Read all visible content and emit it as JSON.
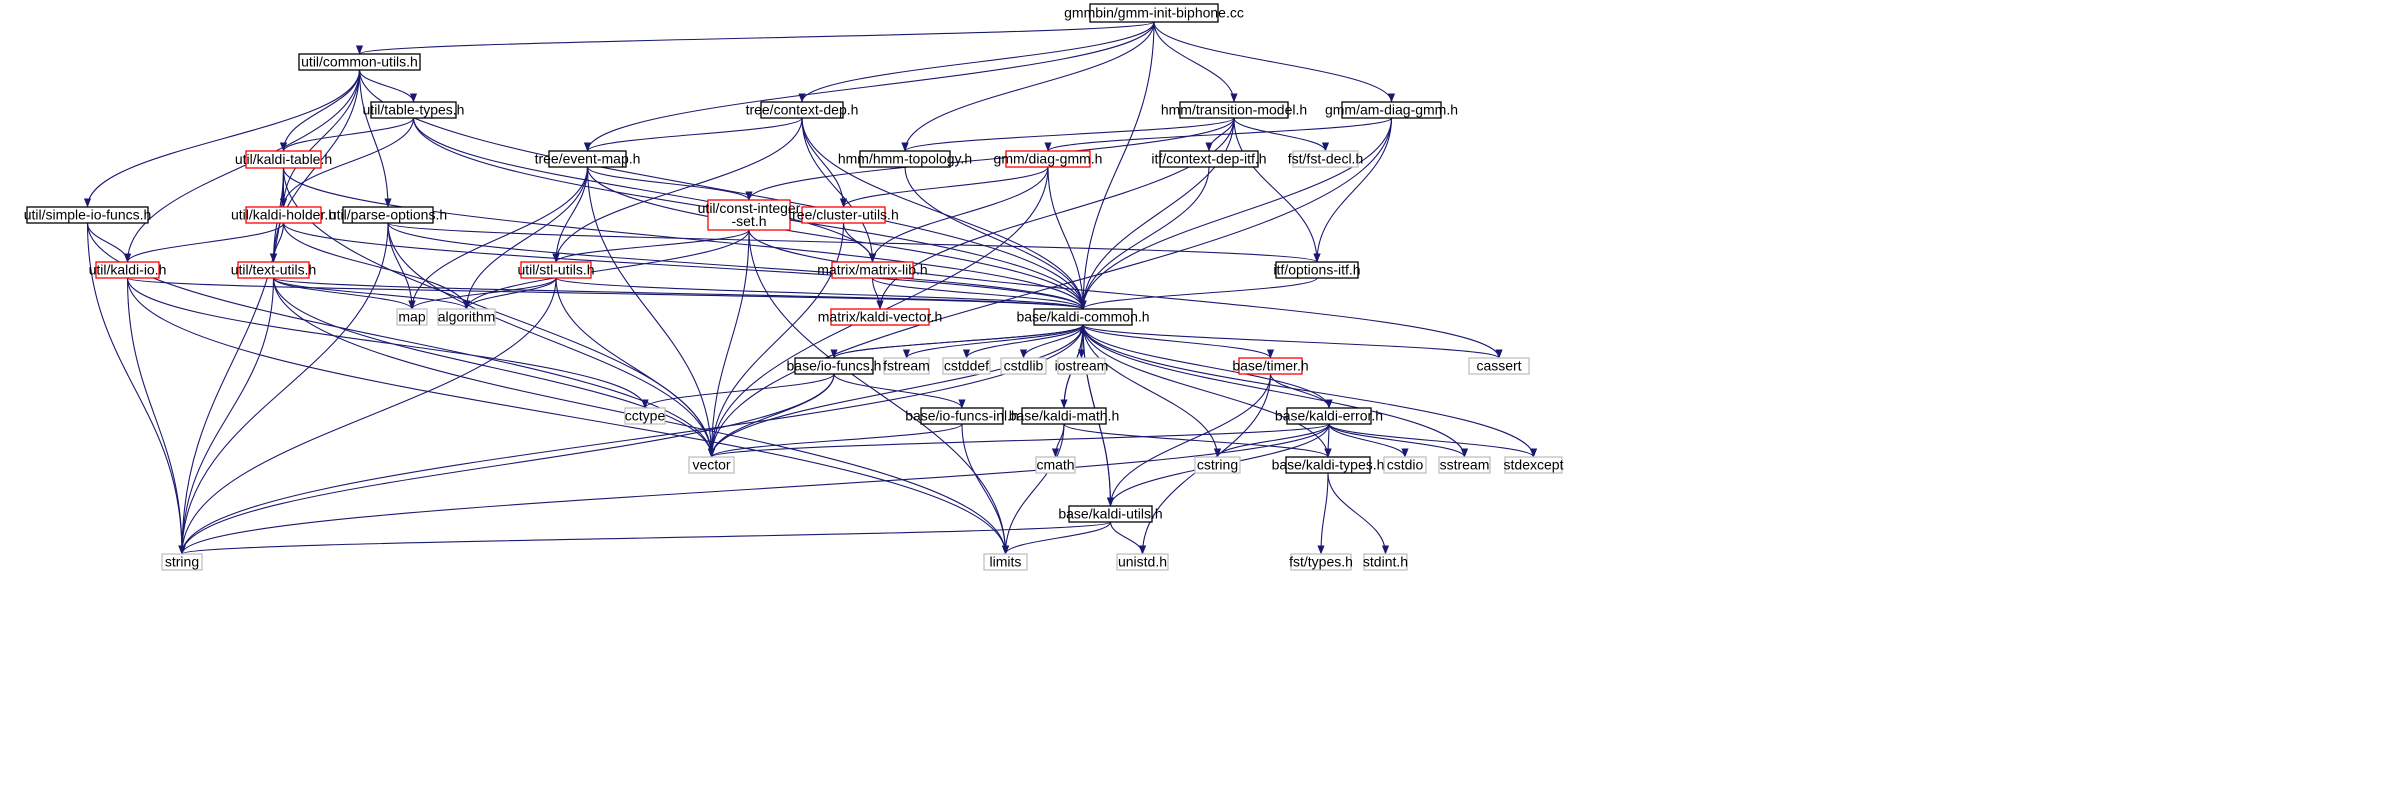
{
  "diagram": {
    "type": "include-dependency-graph",
    "colors": {
      "edge": "#191970",
      "root_fill": "#bfbfbf",
      "root_stroke": "#000000",
      "normal_stroke": "#000000",
      "truncated_stroke": "#ff0000",
      "external_stroke": "#bfbfbf"
    },
    "nodes": [
      {
        "id": "root",
        "label": "gmmbin/gmm-init-biphone.cc",
        "kind": "root"
      },
      {
        "id": "cu",
        "label": "util/common-utils.h",
        "kind": "normal"
      },
      {
        "id": "tt",
        "label": "util/table-types.h",
        "kind": "normal"
      },
      {
        "id": "cd",
        "label": "tree/context-dep.h",
        "kind": "normal"
      },
      {
        "id": "tm",
        "label": "hmm/transition-model.h",
        "kind": "normal"
      },
      {
        "id": "amg",
        "label": "gmm/am-diag-gmm.h",
        "kind": "normal"
      },
      {
        "id": "kt",
        "label": "util/kaldi-table.h",
        "kind": "truncated"
      },
      {
        "id": "em",
        "label": "tree/event-map.h",
        "kind": "normal"
      },
      {
        "id": "hth",
        "label": "hmm/hmm-topology.h",
        "kind": "normal"
      },
      {
        "id": "dg",
        "label": "gmm/diag-gmm.h",
        "kind": "truncated"
      },
      {
        "id": "cdi",
        "label": "itf/context-dep-itf.h",
        "kind": "normal"
      },
      {
        "id": "fd",
        "label": "fst/fst-decl.h",
        "kind": "external"
      },
      {
        "id": "sif",
        "label": "util/simple-io-funcs.h",
        "kind": "normal"
      },
      {
        "id": "kh",
        "label": "util/kaldi-holder.h",
        "kind": "truncated"
      },
      {
        "id": "po",
        "label": "util/parse-options.h",
        "kind": "normal"
      },
      {
        "id": "cis",
        "label": [
          "util/const-integer",
          "-set.h"
        ],
        "kind": "truncated"
      },
      {
        "id": "clu",
        "label": "tree/cluster-utils.h",
        "kind": "truncated"
      },
      {
        "id": "kio",
        "label": "util/kaldi-io.h",
        "kind": "truncated"
      },
      {
        "id": "txu",
        "label": "util/text-utils.h",
        "kind": "truncated"
      },
      {
        "id": "stl",
        "label": "util/stl-utils.h",
        "kind": "truncated"
      },
      {
        "id": "ml",
        "label": "matrix/matrix-lib.h",
        "kind": "truncated"
      },
      {
        "id": "oi",
        "label": "itf/options-itf.h",
        "kind": "normal"
      },
      {
        "id": "map",
        "label": "map",
        "kind": "external"
      },
      {
        "id": "alg",
        "label": "algorithm",
        "kind": "external"
      },
      {
        "id": "kv",
        "label": "matrix/kaldi-vector.h",
        "kind": "truncated"
      },
      {
        "id": "kc",
        "label": "base/kaldi-common.h",
        "kind": "normal"
      },
      {
        "id": "iof",
        "label": "base/io-funcs.h",
        "kind": "normal"
      },
      {
        "id": "fstream",
        "label": "fstream",
        "kind": "external"
      },
      {
        "id": "cstddef",
        "label": "cstddef",
        "kind": "external"
      },
      {
        "id": "cstdlib",
        "label": "cstdlib",
        "kind": "external"
      },
      {
        "id": "iostream",
        "label": "iostream",
        "kind": "external"
      },
      {
        "id": "timer",
        "label": "base/timer.h",
        "kind": "truncated"
      },
      {
        "id": "cassert",
        "label": "cassert",
        "kind": "external"
      },
      {
        "id": "cctype",
        "label": "cctype",
        "kind": "external"
      },
      {
        "id": "iofi",
        "label": "base/io-funcs-inl.h",
        "kind": "normal"
      },
      {
        "id": "km",
        "label": "base/kaldi-math.h",
        "kind": "normal"
      },
      {
        "id": "ke",
        "label": "base/kaldi-error.h",
        "kind": "normal"
      },
      {
        "id": "vector",
        "label": "vector",
        "kind": "external"
      },
      {
        "id": "cmath",
        "label": "cmath",
        "kind": "external"
      },
      {
        "id": "ku",
        "label": "base/kaldi-utils.h",
        "kind": "normal"
      },
      {
        "id": "cstring",
        "label": "cstring",
        "kind": "external"
      },
      {
        "id": "ktyp",
        "label": "base/kaldi-types.h",
        "kind": "normal"
      },
      {
        "id": "cstdio",
        "label": "cstdio",
        "kind": "external"
      },
      {
        "id": "sstream",
        "label": "sstream",
        "kind": "external"
      },
      {
        "id": "stdexcept",
        "label": "stdexcept",
        "kind": "external"
      },
      {
        "id": "string",
        "label": "string",
        "kind": "external"
      },
      {
        "id": "limits",
        "label": "limits",
        "kind": "external"
      },
      {
        "id": "unistd",
        "label": "unistd.h",
        "kind": "external"
      },
      {
        "id": "fsttypes",
        "label": "fst/types.h",
        "kind": "external"
      },
      {
        "id": "stdint",
        "label": "stdint.h",
        "kind": "external"
      }
    ],
    "edges": [
      [
        "root",
        "cu"
      ],
      [
        "root",
        "cd"
      ],
      [
        "root",
        "em"
      ],
      [
        "root",
        "tm"
      ],
      [
        "root",
        "hth"
      ],
      [
        "root",
        "amg"
      ],
      [
        "root",
        "kc"
      ],
      [
        "cu",
        "tt"
      ],
      [
        "cu",
        "kt"
      ],
      [
        "cu",
        "kh"
      ],
      [
        "cu",
        "sif"
      ],
      [
        "cu",
        "kio"
      ],
      [
        "cu",
        "txu"
      ],
      [
        "cu",
        "po"
      ],
      [
        "cu",
        "kc"
      ],
      [
        "tt",
        "kt"
      ],
      [
        "tt",
        "kh"
      ],
      [
        "tt",
        "ml"
      ],
      [
        "tt",
        "kc"
      ],
      [
        "kt",
        "kh"
      ],
      [
        "kt",
        "txu"
      ],
      [
        "kt",
        "string"
      ],
      [
        "kt",
        "vector"
      ],
      [
        "kt",
        "kc"
      ],
      [
        "kh",
        "kio"
      ],
      [
        "kh",
        "txu"
      ],
      [
        "kh",
        "alg"
      ],
      [
        "kh",
        "kc"
      ],
      [
        "sif",
        "kio"
      ],
      [
        "sif",
        "string"
      ],
      [
        "sif",
        "vector"
      ],
      [
        "kio",
        "kc"
      ],
      [
        "kio",
        "cctype"
      ],
      [
        "kio",
        "string"
      ],
      [
        "kio",
        "limits"
      ],
      [
        "txu",
        "map"
      ],
      [
        "txu",
        "alg"
      ],
      [
        "txu",
        "string"
      ],
      [
        "txu",
        "vector"
      ],
      [
        "txu",
        "limits"
      ],
      [
        "txu",
        "kc"
      ],
      [
        "po",
        "map"
      ],
      [
        "po",
        "string"
      ],
      [
        "po",
        "vector"
      ],
      [
        "po",
        "oi"
      ],
      [
        "po",
        "kc"
      ],
      [
        "cd",
        "em"
      ],
      [
        "cd",
        "clu"
      ],
      [
        "cd",
        "stl"
      ],
      [
        "cd",
        "ml"
      ],
      [
        "cd",
        "kc"
      ],
      [
        "em",
        "cis"
      ],
      [
        "em",
        "stl"
      ],
      [
        "em",
        "map"
      ],
      [
        "em",
        "alg"
      ],
      [
        "em",
        "vector"
      ],
      [
        "em",
        "kc"
      ],
      [
        "cis",
        "stl"
      ],
      [
        "cis",
        "alg"
      ],
      [
        "cis",
        "vector"
      ],
      [
        "cis",
        "limits"
      ],
      [
        "cis",
        "cassert"
      ],
      [
        "stl",
        "map"
      ],
      [
        "stl",
        "alg"
      ],
      [
        "stl",
        "string"
      ],
      [
        "stl",
        "vector"
      ],
      [
        "stl",
        "kc"
      ],
      [
        "tm",
        "hth"
      ],
      [
        "tm",
        "cdi"
      ],
      [
        "tm",
        "fd"
      ],
      [
        "tm",
        "oi"
      ],
      [
        "tm",
        "cis"
      ],
      [
        "tm",
        "kv"
      ],
      [
        "tm",
        "kc"
      ],
      [
        "hth",
        "kc"
      ],
      [
        "amg",
        "dg"
      ],
      [
        "amg",
        "oi"
      ],
      [
        "amg",
        "kc"
      ],
      [
        "amg",
        "vector"
      ],
      [
        "dg",
        "clu"
      ],
      [
        "dg",
        "ml"
      ],
      [
        "dg",
        "vector"
      ],
      [
        "dg",
        "kc"
      ],
      [
        "clu",
        "ml"
      ],
      [
        "clu",
        "vector"
      ],
      [
        "ml",
        "kv"
      ],
      [
        "ml",
        "kc"
      ],
      [
        "cdi",
        "kc"
      ],
      [
        "oi",
        "kc"
      ],
      [
        "kc",
        "iof"
      ],
      [
        "kc",
        "fstream"
      ],
      [
        "kc",
        "cstddef"
      ],
      [
        "kc",
        "cstdlib"
      ],
      [
        "kc",
        "iostream"
      ],
      [
        "kc",
        "timer"
      ],
      [
        "kc",
        "cassert"
      ],
      [
        "kc",
        "km"
      ],
      [
        "kc",
        "ke"
      ],
      [
        "kc",
        "ku"
      ],
      [
        "kc",
        "ktyp"
      ],
      [
        "kc",
        "string"
      ],
      [
        "kc",
        "vector"
      ],
      [
        "kc",
        "cstring"
      ],
      [
        "kc",
        "sstream"
      ],
      [
        "kc",
        "stdexcept"
      ],
      [
        "iof",
        "iofi"
      ],
      [
        "iof",
        "cctype"
      ],
      [
        "iof",
        "vector"
      ],
      [
        "iof",
        "string"
      ],
      [
        "iof",
        "kc"
      ],
      [
        "iofi",
        "vector"
      ],
      [
        "iofi",
        "limits"
      ],
      [
        "timer",
        "ke"
      ],
      [
        "timer",
        "ku"
      ],
      [
        "timer",
        "unistd"
      ],
      [
        "km",
        "cmath"
      ],
      [
        "km",
        "limits"
      ],
      [
        "km",
        "ktyp"
      ],
      [
        "km",
        "kc"
      ],
      [
        "ke",
        "vector"
      ],
      [
        "ke",
        "cstring"
      ],
      [
        "ke",
        "cstdio"
      ],
      [
        "ke",
        "sstream"
      ],
      [
        "ke",
        "stdexcept"
      ],
      [
        "ke",
        "ktyp"
      ],
      [
        "ke",
        "ku"
      ],
      [
        "ke",
        "string"
      ],
      [
        "ku",
        "string"
      ],
      [
        "ku",
        "limits"
      ],
      [
        "ku",
        "unistd"
      ],
      [
        "ku",
        "kc"
      ],
      [
        "ktyp",
        "fsttypes"
      ],
      [
        "ktyp",
        "stdint"
      ]
    ]
  }
}
